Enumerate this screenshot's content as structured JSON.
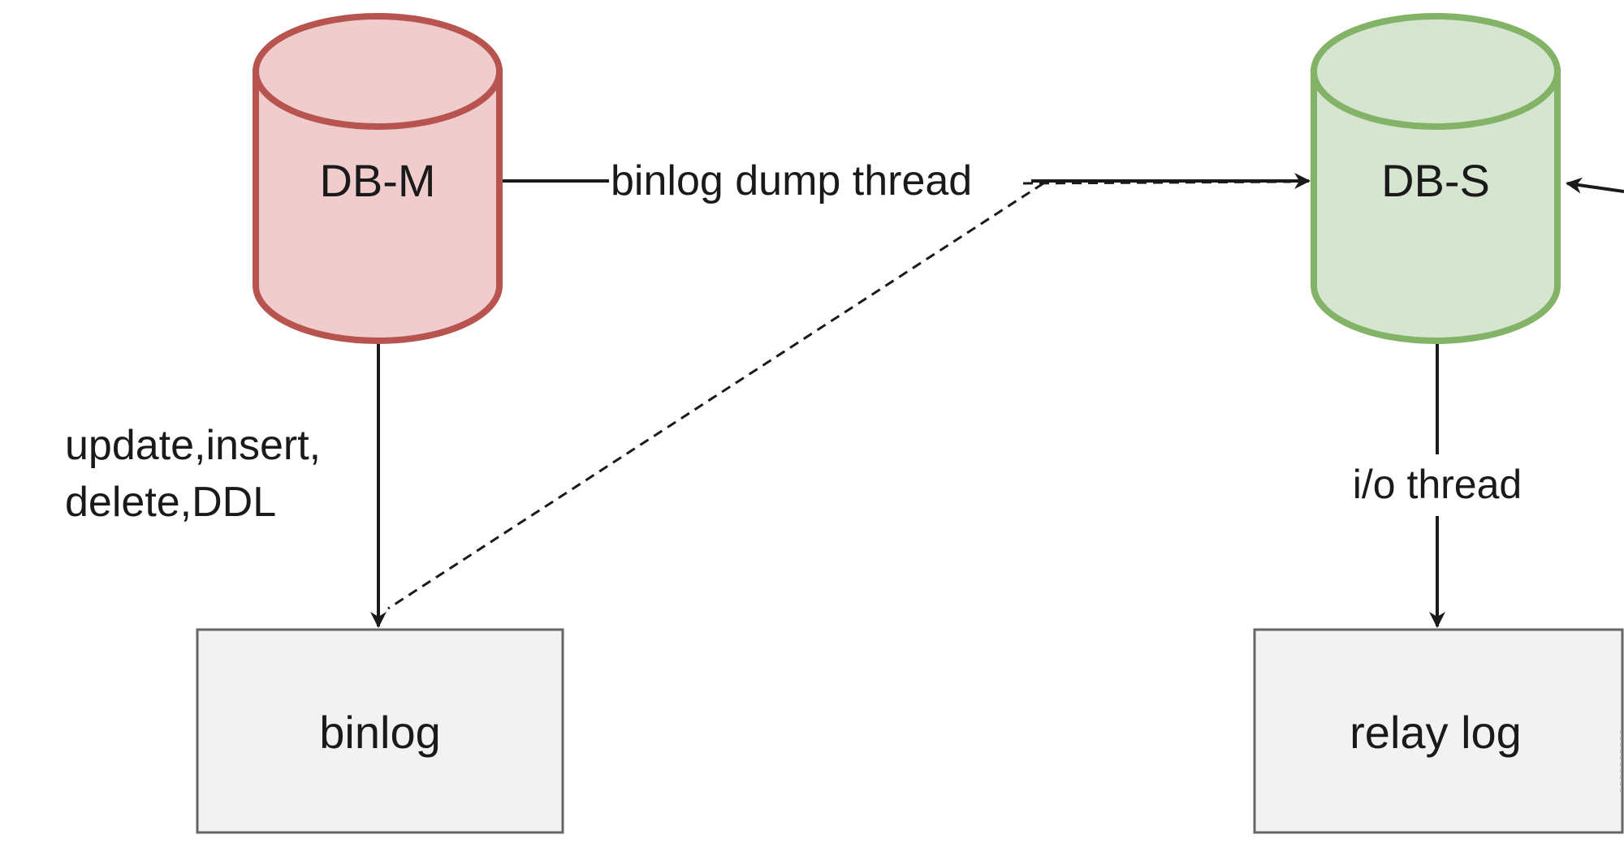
{
  "colors": {
    "master_fill": "#f0cccc",
    "master_stroke": "#b85450",
    "slave_fill": "#d6e5d0",
    "slave_stroke": "#82b366",
    "box_fill": "#f2f2f2",
    "box_stroke": "#666666",
    "line": "#1a1a1a"
  },
  "nodes": {
    "master": {
      "label": "DB-M"
    },
    "slave": {
      "label": "DB-S"
    },
    "binlog": {
      "label": "binlog"
    },
    "relay_log": {
      "label": "relay log"
    }
  },
  "edges": {
    "dump_thread": {
      "label": "binlog dump thread"
    },
    "master_write": {
      "label_line1": "update,insert,",
      "label_line2": "delete,DDL"
    },
    "io_thread": {
      "label": "i/o thread"
    }
  }
}
